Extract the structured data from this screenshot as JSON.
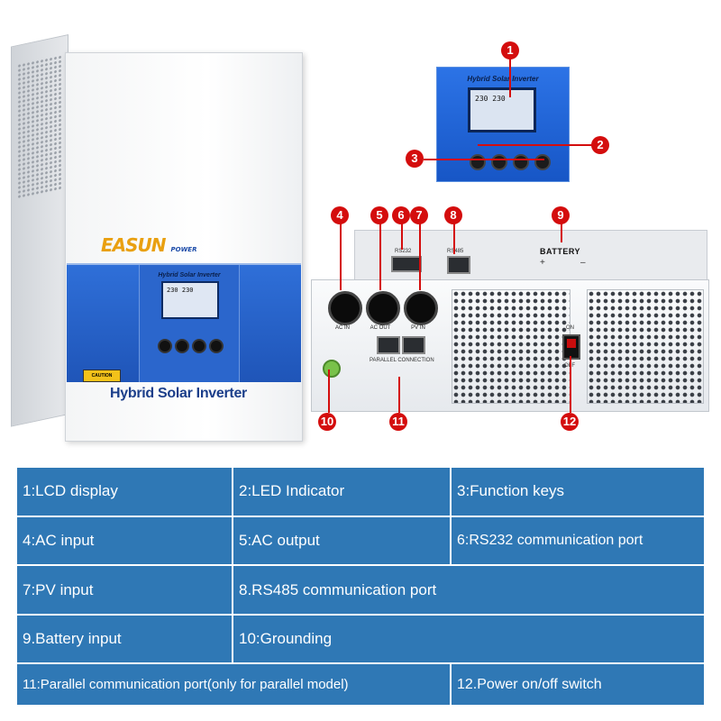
{
  "product": {
    "brand_main": "EASUN",
    "brand_sub": "POWER",
    "panel_title": "Hybrid Solar Inverter",
    "caption": "Hybrid Solar Inverter",
    "caution": "CAUTION",
    "lcd_readout": "230 230"
  },
  "rear": {
    "ac_in": "AC IN",
    "ac_out": "AC OUT",
    "pv_in": "PV IN",
    "rs232": "RS232",
    "rs485": "RS485",
    "parallel": "PARALLEL CONNECTION",
    "battery": "BATTERY",
    "battery_plus": "+",
    "battery_minus": "–",
    "switch_on": "ON",
    "switch_off": "OFF"
  },
  "callouts": [
    "1",
    "2",
    "3",
    "4",
    "5",
    "6",
    "7",
    "8",
    "9",
    "10",
    "11",
    "12"
  ],
  "legend": [
    [
      "1:LCD display",
      "2:LED Indicator",
      "3:Function keys"
    ],
    [
      "4:AC input",
      "5:AC output",
      "6:RS232 communication port"
    ],
    [
      "7:PV input",
      "8.RS485 communication port"
    ],
    [
      "9.Battery input",
      "10:Grounding"
    ],
    [
      "11:Parallel communication port(only for parallel model)",
      "12.Power on/off switch"
    ]
  ],
  "colors": {
    "callout": "#d40d0d",
    "table_cell": "#2f78b5",
    "panel_blue": "#2c73e6"
  }
}
